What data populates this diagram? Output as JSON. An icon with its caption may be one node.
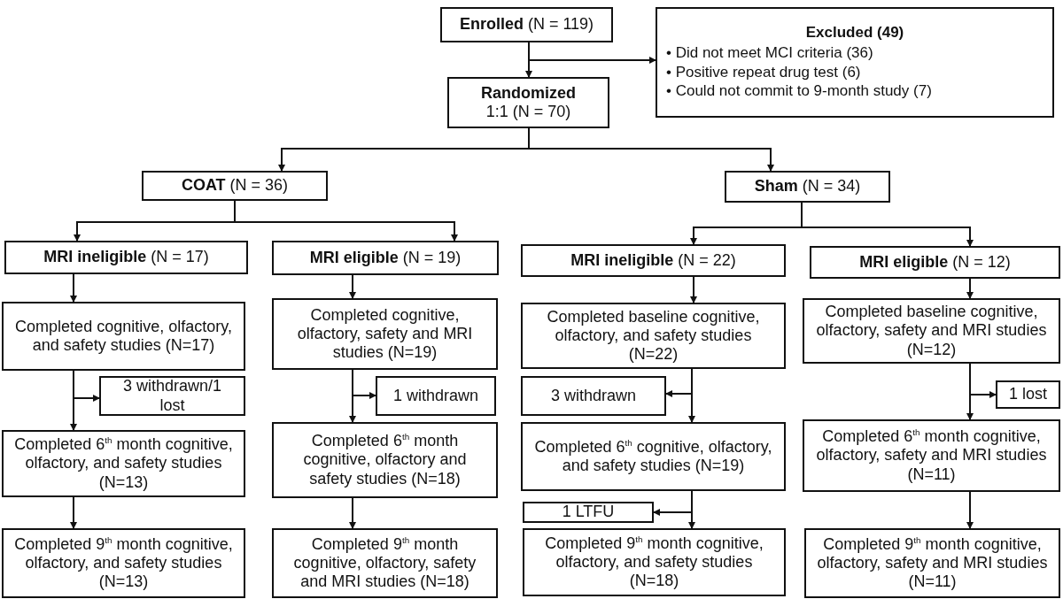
{
  "diagram": {
    "nodes": [
      {
        "text": [
          "**Enrolled** (N = 119)"
        ]
      },
      {
        "text": [
          "Excluded (49)",
          "• Did not meet MCI criteria (36)",
          "• Positive repeat drug test (6)",
          "• Could not commit to 9-month study (7)"
        ]
      },
      {
        "text": [
          "**Randomized** 1:1 (N = 70)"
        ]
      },
      {
        "text": [
          "**COAT** (N = 36)"
        ]
      },
      {
        "text": [
          "**Sham** (N = 34)"
        ]
      },
      {
        "text": [
          "**MRI ineligible** (N = 17)"
        ]
      },
      {
        "text": [
          "**MRI eligible** (N = 19)"
        ]
      },
      {
        "text": [
          "**MRI ineligible** (N = 22)"
        ]
      },
      {
        "text": [
          "**MRI eligible** (N = 12)"
        ]
      },
      {
        "text": [
          "Completed cognitive, olfactory, and safety studies (N=17)"
        ]
      },
      {
        "text": [
          "Completed cognitive, olfactory, safety and MRI studies (N=19)"
        ]
      },
      {
        "text": [
          "Completed baseline cognitive, olfactory, and safety studies (N=22)"
        ]
      },
      {
        "text": [
          "Completed baseline cognitive, olfactory, safety and MRI studies (N=12)"
        ]
      },
      {
        "text": [
          "3 withdrawn/1 lost"
        ]
      },
      {
        "text": [
          "1 withdrawn"
        ]
      },
      {
        "text": [
          "3 withdrawn"
        ]
      },
      {
        "text": [
          "1 lost"
        ]
      },
      {
        "text": [
          "Completed 6$^{th}$ month cognitive, olfactory, and safety studies (N=13)"
        ]
      },
      {
        "text": [
          "Completed 6$^{th}$ month cognitive, olfactory and safety studies (N=18)"
        ]
      },
      {
        "text": [
          "Completed 6$^{th}$ cognitive, olfactory, and safety studies (N=19)"
        ]
      },
      {
        "text": [
          "Completed 6$^{th}$ month cognitive, olfactory, safety and MRI studies (N=11)"
        ]
      },
      {
        "text": [
          "1 LTFU"
        ]
      },
      {
        "text": [
          "Completed 9$^{th}$ month cognitive, olfactory, and safety studies (N=13)"
        ]
      },
      {
        "text": [
          "Completed 9$^{th}$ month cognitive, olfactory, safety and MRI studies (N=18)"
        ]
      },
      {
        "text": [
          "Completed 9$^{th}$ month cognitive, olfactory, and safety studies (N=18)"
        ]
      },
      {
        "text": [
          "Completed 9$^{th}$ month cognitive, olfactory, safety and MRI studies (N=11)"
        ]
      }
    ],
    "edges": [
      {
        "from": 0,
        "to": 2,
        "arrow": "to"
      },
      {
        "from": 0,
        "to": 1,
        "arrow": "to"
      },
      {
        "from": 2,
        "to": 3,
        "arrow": "to"
      },
      {
        "from": 2,
        "to": 4,
        "arrow": "to"
      },
      {
        "from": 3,
        "to": 5,
        "arrow": "to"
      },
      {
        "from": 3,
        "to": 6,
        "arrow": "to"
      },
      {
        "from": 4,
        "to": 7,
        "arrow": "to"
      },
      {
        "from": 4,
        "to": 8,
        "arrow": "to"
      },
      {
        "from": 5,
        "to": 9,
        "arrow": "to"
      },
      {
        "from": 6,
        "to": 10,
        "arrow": "to"
      },
      {
        "from": 7,
        "to": 11,
        "arrow": "to"
      },
      {
        "from": 8,
        "to": 12,
        "arrow": "to"
      },
      {
        "from": 9,
        "to": 13,
        "arrow": "to"
      },
      {
        "from": 9,
        "to": 17,
        "arrow": "to"
      },
      {
        "from": 10,
        "to": 14,
        "arrow": "to"
      },
      {
        "from": 10,
        "to": 18,
        "arrow": "to"
      },
      {
        "from": 11,
        "to": 15,
        "arrow": "to"
      },
      {
        "from": 11,
        "to": 19,
        "arrow": "to"
      },
      {
        "from": 12,
        "to": 16,
        "arrow": "to"
      },
      {
        "from": 12,
        "to": 20,
        "arrow": "to"
      },
      {
        "from": 17,
        "to": 22,
        "arrow": "to"
      },
      {
        "from": 18,
        "to": 23,
        "arrow": "to"
      },
      {
        "from": 19,
        "to": 21,
        "arrow": "to"
      },
      {
        "from": 19,
        "to": 24,
        "arrow": "to"
      },
      {
        "from": 20,
        "to": 25,
        "arrow": "to"
      }
    ]
  }
}
